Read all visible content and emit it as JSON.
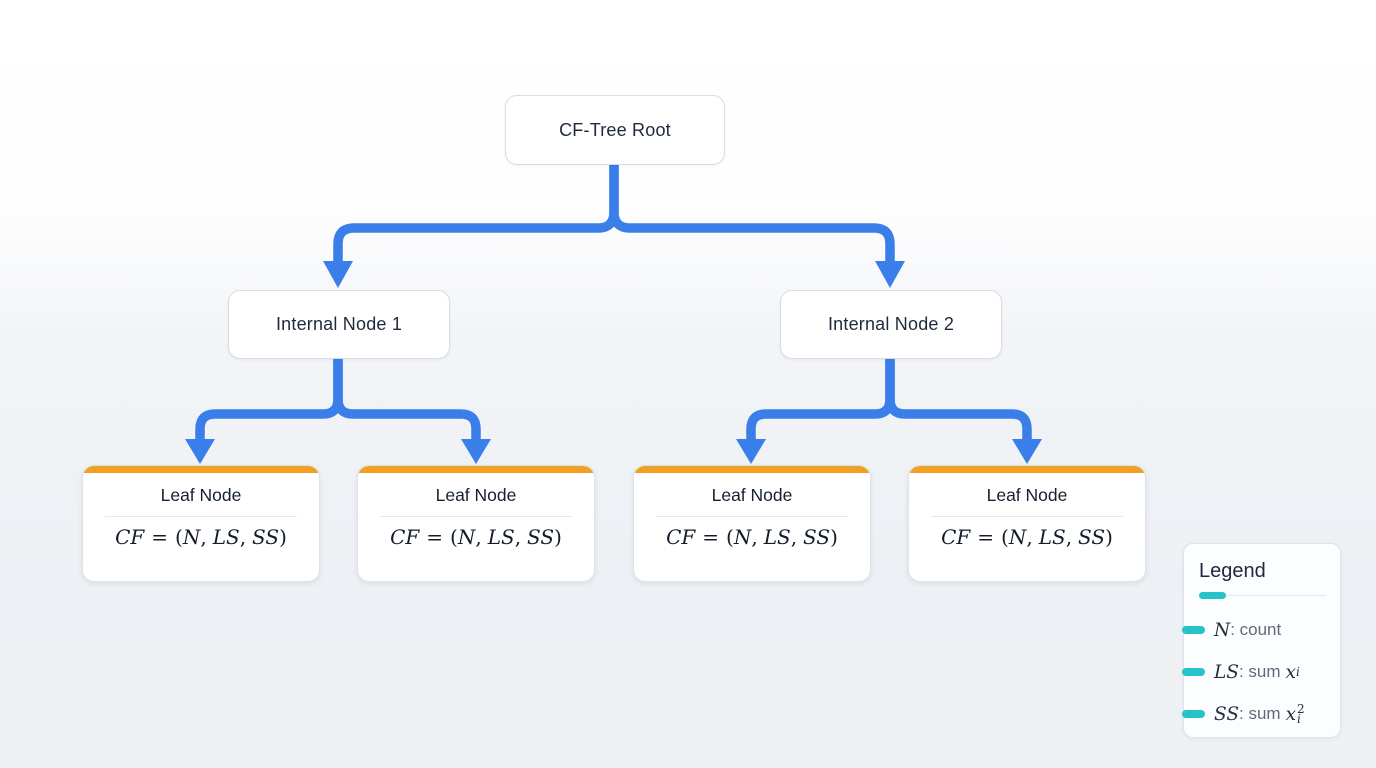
{
  "colors": {
    "arrow_blue": "#3a7ee9",
    "leaf_accent_orange": "#f0a124",
    "legend_teal": "#26c3ca",
    "node_border": "#d7dde4",
    "text_dark": "#1e293b",
    "text_gray": "#5f6b7a",
    "background_bottom": "#eef1f4"
  },
  "tree": {
    "root": {
      "label": "CF-Tree Root"
    },
    "internal": [
      {
        "label": "Internal Node 1"
      },
      {
        "label": "Internal Node 2"
      }
    ],
    "leaves": [
      {
        "title": "Leaf Node",
        "formula": {
          "lhs": "CF",
          "eq": "=",
          "open": "(",
          "n": "N",
          "c1": ",",
          "ls": "LS",
          "c2": ",",
          "ss": "SS",
          "close": ")"
        }
      },
      {
        "title": "Leaf Node",
        "formula": {
          "lhs": "CF",
          "eq": "=",
          "open": "(",
          "n": "N",
          "c1": ",",
          "ls": "LS",
          "c2": ",",
          "ss": "SS",
          "close": ")"
        }
      },
      {
        "title": "Leaf Node",
        "formula": {
          "lhs": "CF",
          "eq": "=",
          "open": "(",
          "n": "N",
          "c1": ",",
          "ls": "LS",
          "c2": ",",
          "ss": "SS",
          "close": ")"
        }
      },
      {
        "title": "Leaf Node",
        "formula": {
          "lhs": "CF",
          "eq": "=",
          "open": "(",
          "n": "N",
          "c1": ",",
          "ls": "LS",
          "c2": ",",
          "ss": "SS",
          "close": ")"
        }
      }
    ]
  },
  "legend": {
    "title": "Legend",
    "items": [
      {
        "var": "N",
        "label": ": count",
        "tail_var": "",
        "tail_sub": "",
        "tail_sup": ""
      },
      {
        "var": "LS",
        "label": ": sum",
        "tail_var": "x",
        "tail_sub": "i",
        "tail_sup": ""
      },
      {
        "var": "SS",
        "label": ": sum",
        "tail_var": "x",
        "tail_sub": "i",
        "tail_sup": "2"
      }
    ]
  }
}
